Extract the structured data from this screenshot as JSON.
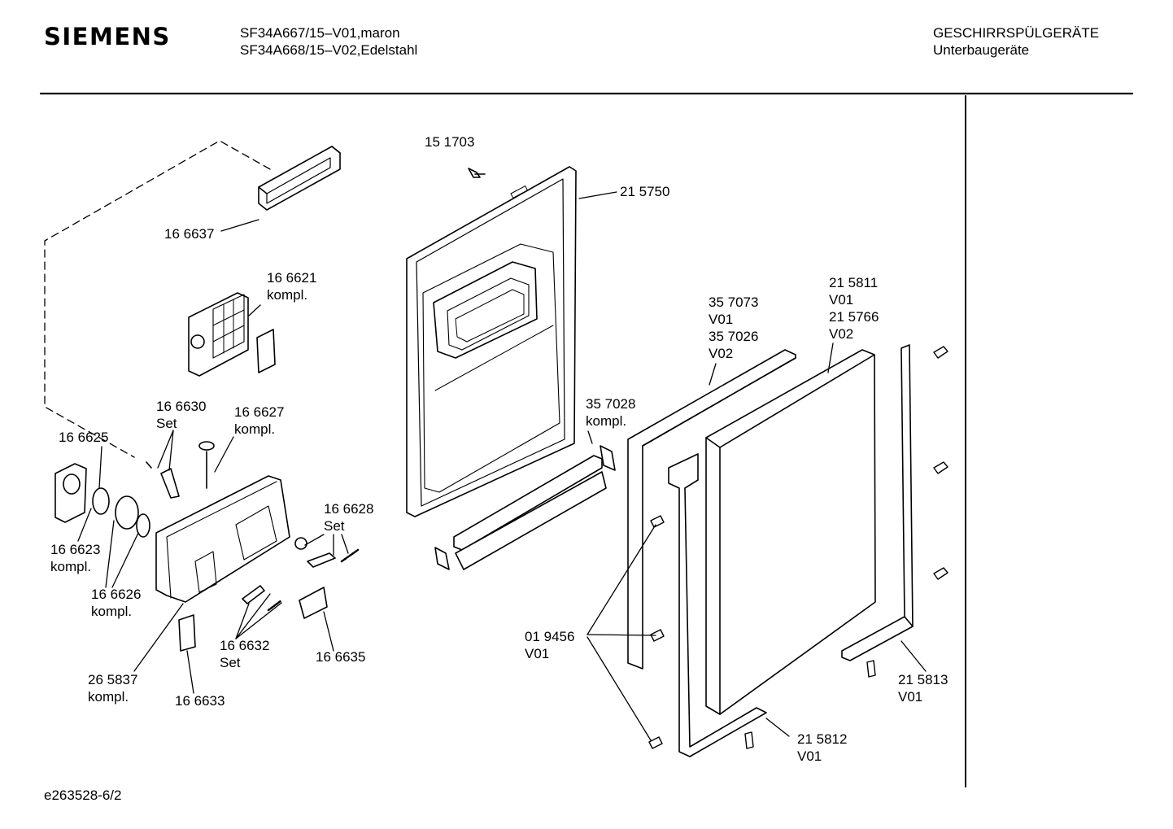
{
  "header": {
    "brand": "SIEMENS",
    "model_line_1": "SF34A667/15–V01,maron",
    "model_line_2": "SF34A668/15–V02,Edelstahl",
    "category_line_1": "GESCHIRRSPÜLGERÄTE",
    "category_line_2": "Unterbaugeräte"
  },
  "footer": {
    "drawing_id": "e263528-6/2"
  },
  "parts": {
    "p151703": {
      "number": "15 1703"
    },
    "p215750": {
      "number": "21 5750"
    },
    "p166637": {
      "number": "16 6637"
    },
    "p166621": {
      "number": "16 6621",
      "note": "kompl."
    },
    "p357073": {
      "number": "35 7073",
      "note": "V01"
    },
    "p357026": {
      "number": "35 7026",
      "note": "V02"
    },
    "p215811": {
      "number": "21 5811",
      "note": "V01"
    },
    "p215766": {
      "number": "21 5766",
      "note": "V02"
    },
    "p166630": {
      "number": "16 6630",
      "note": "Set"
    },
    "p166627": {
      "number": "16 6627",
      "note": "kompl."
    },
    "p166625": {
      "number": "16 6625"
    },
    "p357028": {
      "number": "35 7028",
      "note": "kompl."
    },
    "p166628": {
      "number": "16 6628",
      "note": "Set"
    },
    "p166623": {
      "number": "16 6623",
      "note": "kompl."
    },
    "p166626": {
      "number": "16 6626",
      "note": "kompl."
    },
    "p019456": {
      "number": "01 9456",
      "note": "V01"
    },
    "p166632": {
      "number": "16 6632",
      "note": "Set"
    },
    "p166635": {
      "number": "16 6635"
    },
    "p265837": {
      "number": "26 5837",
      "note": "kompl."
    },
    "p166633": {
      "number": "16 6633"
    },
    "p215813": {
      "number": "21 5813",
      "note": "V01"
    },
    "p215812": {
      "number": "21 5812",
      "note": "V01"
    }
  }
}
